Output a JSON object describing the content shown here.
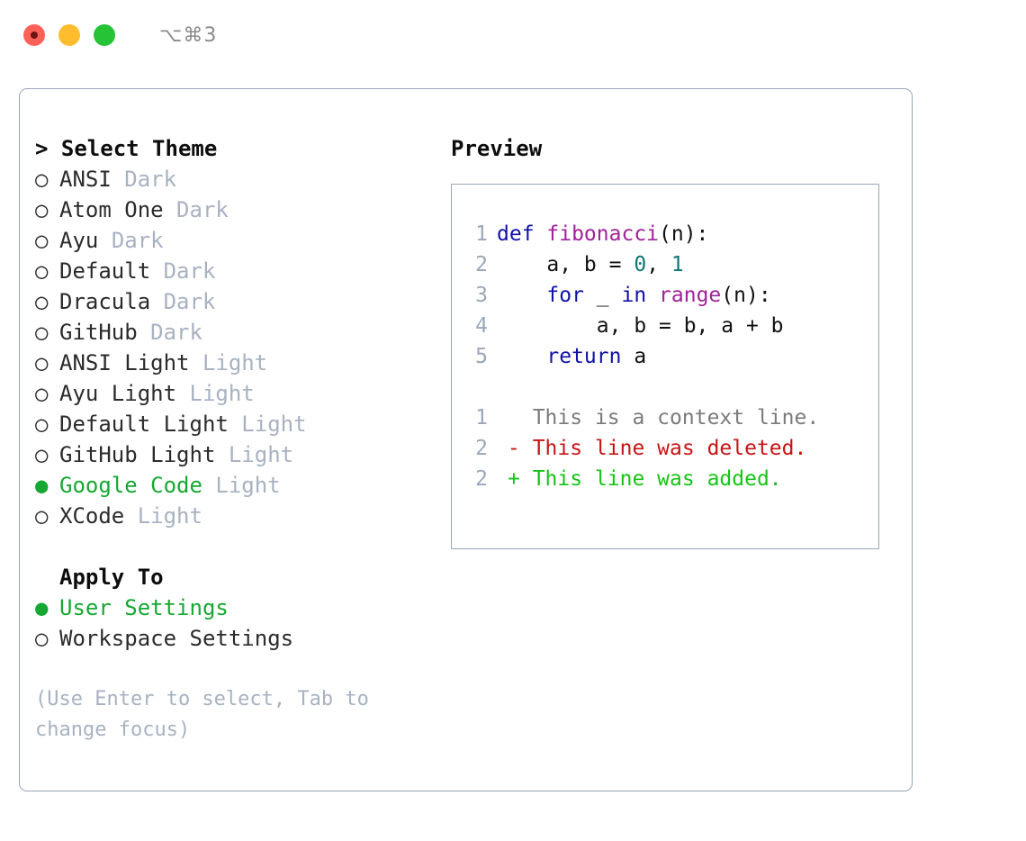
{
  "titlebar": {
    "shortcut": "⌥⌘3",
    "buttons": [
      "close",
      "minimize",
      "maximize"
    ]
  },
  "theme_panel": {
    "header": "> Select Theme",
    "caret": ">",
    "header_label": "Select Theme",
    "marker_unselected": "○",
    "marker_selected": "●",
    "accent_color": "#16a832",
    "tag_color": "#a8b2c1",
    "items": [
      {
        "label": "ANSI",
        "tag": "Dark",
        "selected": false
      },
      {
        "label": "Atom One",
        "tag": "Dark",
        "selected": false
      },
      {
        "label": "Ayu",
        "tag": "Dark",
        "selected": false
      },
      {
        "label": "Default",
        "tag": "Dark",
        "selected": false
      },
      {
        "label": "Dracula",
        "tag": "Dark",
        "selected": false
      },
      {
        "label": "GitHub",
        "tag": "Dark",
        "selected": false
      },
      {
        "label": "ANSI Light",
        "tag": "Light",
        "selected": false
      },
      {
        "label": "Ayu Light",
        "tag": "Light",
        "selected": false
      },
      {
        "label": "Default Light",
        "tag": "Light",
        "selected": false
      },
      {
        "label": "GitHub Light",
        "tag": "Light",
        "selected": false
      },
      {
        "label": "Google Code",
        "tag": "Light",
        "selected": true
      },
      {
        "label": "XCode",
        "tag": "Light",
        "selected": false
      }
    ]
  },
  "apply_to": {
    "header": "Apply To",
    "items": [
      {
        "label": "User Settings",
        "selected": true
      },
      {
        "label": "Workspace Settings",
        "selected": false
      }
    ]
  },
  "hint": "(Use Enter to select, Tab to change focus)",
  "preview": {
    "title": "Preview",
    "code_lines": [
      {
        "num": "1",
        "tokens": [
          {
            "t": "def ",
            "c": "kw"
          },
          {
            "t": "fibonacci",
            "c": "fn"
          },
          {
            "t": "(n):",
            "c": "plain"
          }
        ]
      },
      {
        "num": "2",
        "tokens": [
          {
            "t": "    a, b = ",
            "c": "plain"
          },
          {
            "t": "0",
            "c": "num"
          },
          {
            "t": ", ",
            "c": "plain"
          },
          {
            "t": "1",
            "c": "num"
          }
        ]
      },
      {
        "num": "3",
        "tokens": [
          {
            "t": "    ",
            "c": "plain"
          },
          {
            "t": "for",
            "c": "kw"
          },
          {
            "t": " _ ",
            "c": "plain"
          },
          {
            "t": "in",
            "c": "kw"
          },
          {
            "t": " ",
            "c": "plain"
          },
          {
            "t": "range",
            "c": "fn"
          },
          {
            "t": "(n):",
            "c": "plain"
          }
        ]
      },
      {
        "num": "4",
        "tokens": [
          {
            "t": "        a, b = b, a + b",
            "c": "plain"
          }
        ]
      },
      {
        "num": "5",
        "tokens": [
          {
            "t": "    ",
            "c": "plain"
          },
          {
            "t": "return",
            "c": "kw"
          },
          {
            "t": " a",
            "c": "plain"
          }
        ]
      }
    ],
    "diff_lines": [
      {
        "num": "1",
        "sign": " ",
        "text": "This is a context line.",
        "kind": "ctx"
      },
      {
        "num": "2",
        "sign": "-",
        "text": "This line was deleted.",
        "kind": "del"
      },
      {
        "num": "2",
        "sign": "+",
        "text": "This line was added.",
        "kind": "add"
      }
    ]
  }
}
